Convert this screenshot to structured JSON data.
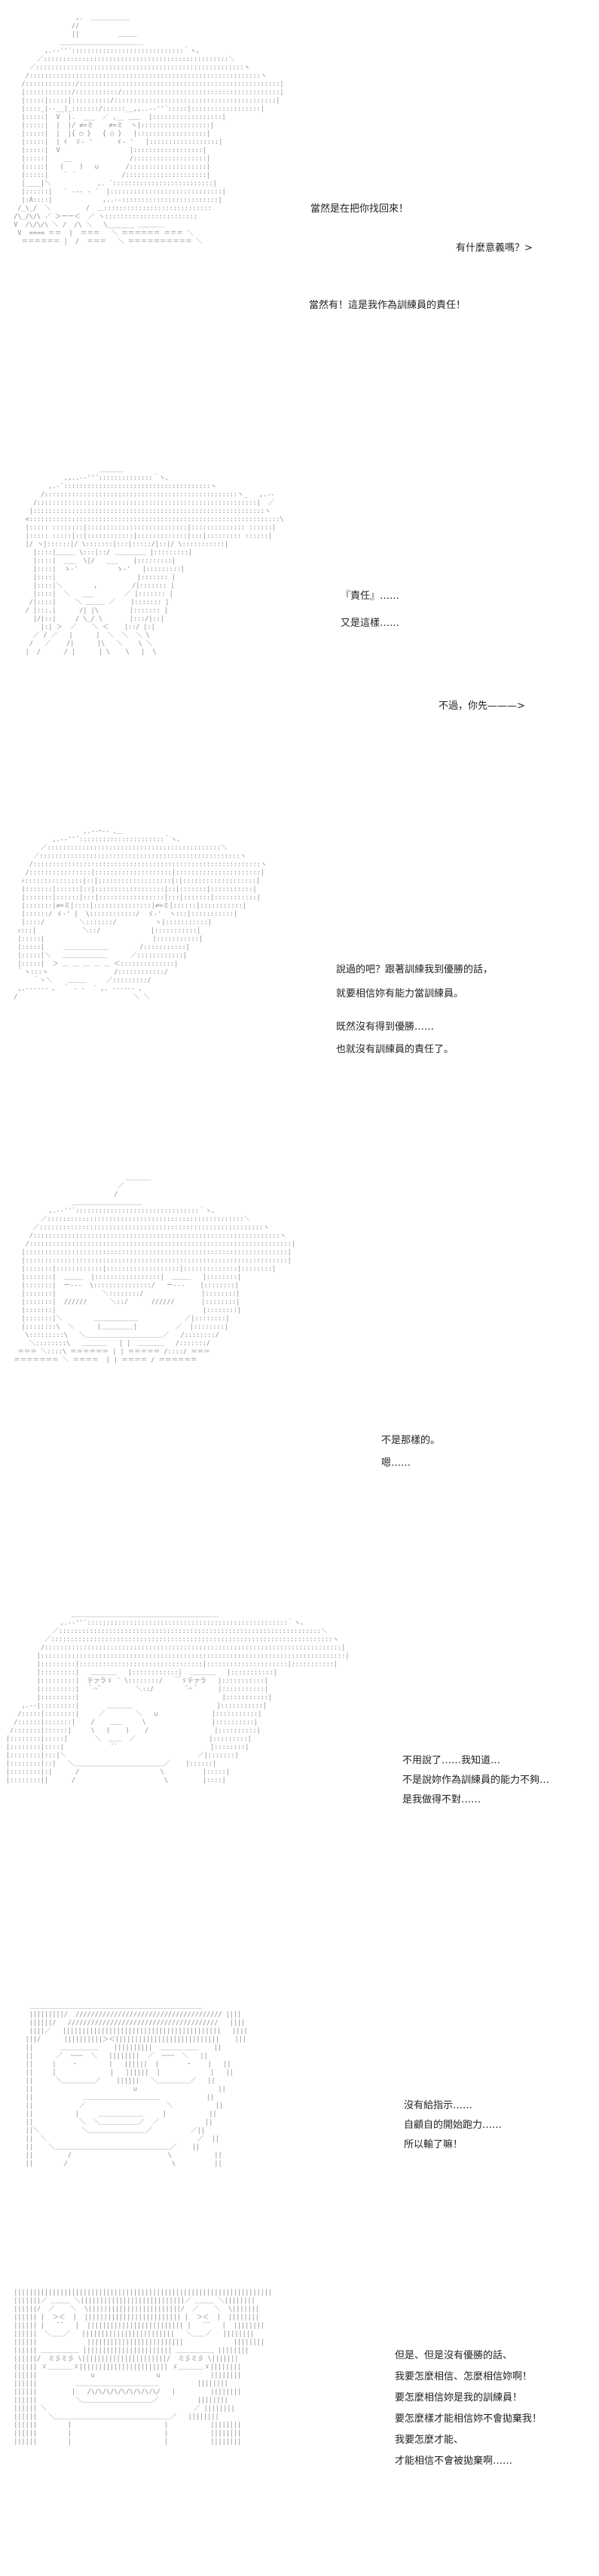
{
  "panels": [
    {
      "lines": [
        "當然是在把你找回來！",
        "有什麼意義嗎？>",
        "當然有！這是我作為訓練員的責任！"
      ]
    },
    {
      "lines": [
        "『責任』……",
        "又是這樣……",
        "不過，你先———>"
      ]
    },
    {
      "lines": [
        "說過的吧？跟著訓練我到優勝的話，",
        "就要相信妳有能力當訓練員。",
        "既然沒有得到優勝……",
        "也就沒有訓練員的責任了。"
      ]
    },
    {
      "lines": [
        "不是那樣的。",
        "嗯……"
      ]
    },
    {
      "lines": [
        "不用說了……我知道…",
        "不是說妳作為訓練員的能力不夠…",
        "是我做得不對……"
      ]
    },
    {
      "lines": [
        "沒有給指示……",
        "自顧自的開始跑力……",
        "所以輸了嘛！"
      ]
    },
    {
      "lines": [
        "但是、但是沒有優勝的話、",
        "我要怎麼相信、怎麼相信妳啊！",
        "要怎麼相信妳是我的訓練員！",
        "要怎麼樣才能相信妳不會拋棄我！",
        "我要怎麼才能、",
        "才能相信不會被拋棄啊……"
      ]
    }
  ]
}
